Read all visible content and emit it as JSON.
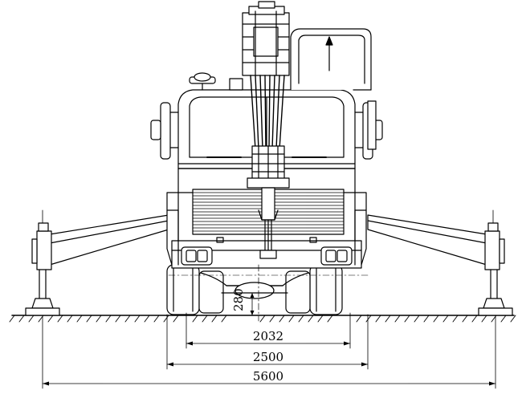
{
  "drawing": {
    "subject": "truck crane front view with outriggers deployed",
    "stroke_color": "#000000",
    "background": "#ffffff",
    "dimensions": {
      "ground_clearance": "280",
      "track_width": "2032",
      "overall_width": "2500",
      "outrigger_span": "5600"
    }
  }
}
